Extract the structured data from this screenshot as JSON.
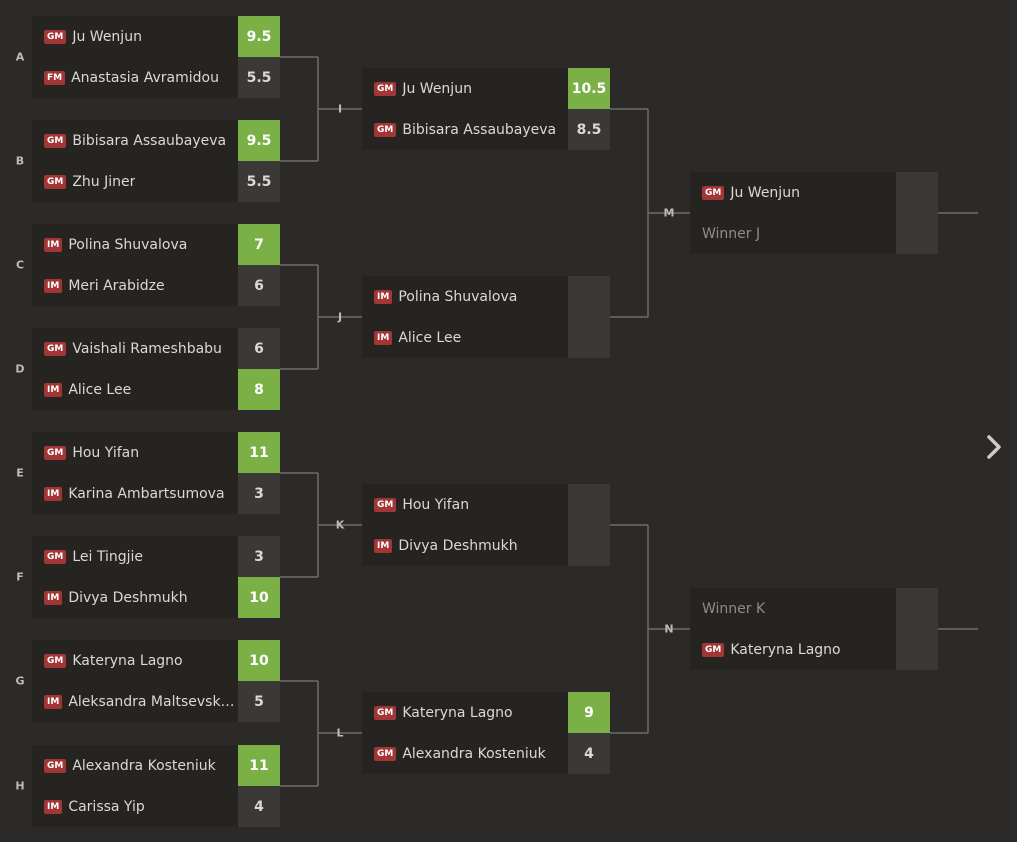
{
  "r1": [
    {
      "label": "A",
      "players": [
        {
          "title": "GM",
          "name": "Ju Wenjun",
          "score": "9.5",
          "win": true
        },
        {
          "title": "FM",
          "name": "Anastasia Avramidou",
          "score": "5.5",
          "win": false
        }
      ]
    },
    {
      "label": "B",
      "players": [
        {
          "title": "GM",
          "name": "Bibisara Assaubayeva",
          "score": "9.5",
          "win": true
        },
        {
          "title": "GM",
          "name": "Zhu Jiner",
          "score": "5.5",
          "win": false
        }
      ]
    },
    {
      "label": "C",
      "players": [
        {
          "title": "IM",
          "name": "Polina Shuvalova",
          "score": "7",
          "win": true
        },
        {
          "title": "IM",
          "name": "Meri Arabidze",
          "score": "6",
          "win": false
        }
      ]
    },
    {
      "label": "D",
      "players": [
        {
          "title": "GM",
          "name": "Vaishali Rameshbabu",
          "score": "6",
          "win": false
        },
        {
          "title": "IM",
          "name": "Alice Lee",
          "score": "8",
          "win": true
        }
      ]
    },
    {
      "label": "E",
      "players": [
        {
          "title": "GM",
          "name": "Hou Yifan",
          "score": "11",
          "win": true
        },
        {
          "title": "IM",
          "name": "Karina Ambartsumova",
          "score": "3",
          "win": false
        }
      ]
    },
    {
      "label": "F",
      "players": [
        {
          "title": "GM",
          "name": "Lei Tingjie",
          "score": "3",
          "win": false
        },
        {
          "title": "IM",
          "name": "Divya Deshmukh",
          "score": "10",
          "win": true
        }
      ]
    },
    {
      "label": "G",
      "players": [
        {
          "title": "GM",
          "name": "Kateryna Lagno",
          "score": "10",
          "win": true
        },
        {
          "title": "IM",
          "name": "Aleksandra Maltsevsk…",
          "score": "5",
          "win": false
        }
      ]
    },
    {
      "label": "H",
      "players": [
        {
          "title": "GM",
          "name": "Alexandra Kosteniuk",
          "score": "11",
          "win": true
        },
        {
          "title": "IM",
          "name": "Carissa Yip",
          "score": "4",
          "win": false
        }
      ]
    }
  ],
  "r2": [
    {
      "label": "I",
      "players": [
        {
          "title": "GM",
          "name": "Ju Wenjun",
          "score": "10.5",
          "win": true
        },
        {
          "title": "GM",
          "name": "Bibisara Assaubayeva",
          "score": "8.5",
          "win": false
        }
      ]
    },
    {
      "label": "J",
      "players": [
        {
          "title": "IM",
          "name": "Polina Shuvalova",
          "score": "",
          "win": false
        },
        {
          "title": "IM",
          "name": "Alice Lee",
          "score": "",
          "win": false
        }
      ]
    },
    {
      "label": "K",
      "players": [
        {
          "title": "GM",
          "name": "Hou Yifan",
          "score": "",
          "win": false
        },
        {
          "title": "IM",
          "name": "Divya Deshmukh",
          "score": "",
          "win": false
        }
      ]
    },
    {
      "label": "L",
      "players": [
        {
          "title": "GM",
          "name": "Kateryna Lagno",
          "score": "9",
          "win": true
        },
        {
          "title": "GM",
          "name": "Alexandra Kosteniuk",
          "score": "4",
          "win": false
        }
      ]
    }
  ],
  "r3": [
    {
      "label": "M",
      "players": [
        {
          "title": "GM",
          "name": "Ju Wenjun",
          "score": "",
          "win": false
        },
        {
          "title": "",
          "name": "Winner J",
          "score": "",
          "win": false
        }
      ]
    },
    {
      "label": "N",
      "players": [
        {
          "title": "",
          "name": "Winner K",
          "score": "",
          "win": false
        },
        {
          "title": "GM",
          "name": "Kateryna Lagno",
          "score": "",
          "win": false
        }
      ]
    }
  ],
  "colors": {
    "win": "#7bb046",
    "badge": "#a23535",
    "score_bg": "#3b3936",
    "card_bg": "#262421",
    "line": "#6f6c68"
  },
  "next_icon": "chevron-right-icon"
}
